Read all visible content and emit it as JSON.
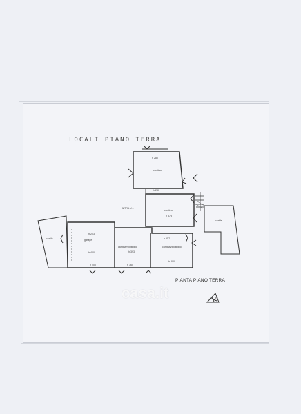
{
  "plan": {
    "title_handwritten": "LOCALI PIANO TERRA",
    "caption": "PIANTA PIANO TERRA",
    "watermark": "casa.it"
  },
  "rooms": {
    "cantina_top": "cantina",
    "cantina_top_height": "h 280",
    "altra_ui": "ALTRA U.I.",
    "cantina_mid": "cantina",
    "cantina_mid_height": "h 378",
    "height_280_mid": "h 280",
    "garage": "garage",
    "garage_height": "h 253",
    "garage_height_lower": "h 400",
    "cantina_sx": "cantina/ripostiglio",
    "cantina_sx_height": "h 393",
    "cantina_dx": "cantina/ripostiglio",
    "cantina_dx_height": "h 557",
    "cantina_dx_lower": "h 300",
    "bottom_left_label": "h 400",
    "bottom_mid_label": "h 360",
    "cortile_left": "cortile",
    "cortile_right": "cortile"
  },
  "colors": {
    "paper": "#f3f4f8",
    "ink": "#333333",
    "background": "#eef0f5"
  }
}
